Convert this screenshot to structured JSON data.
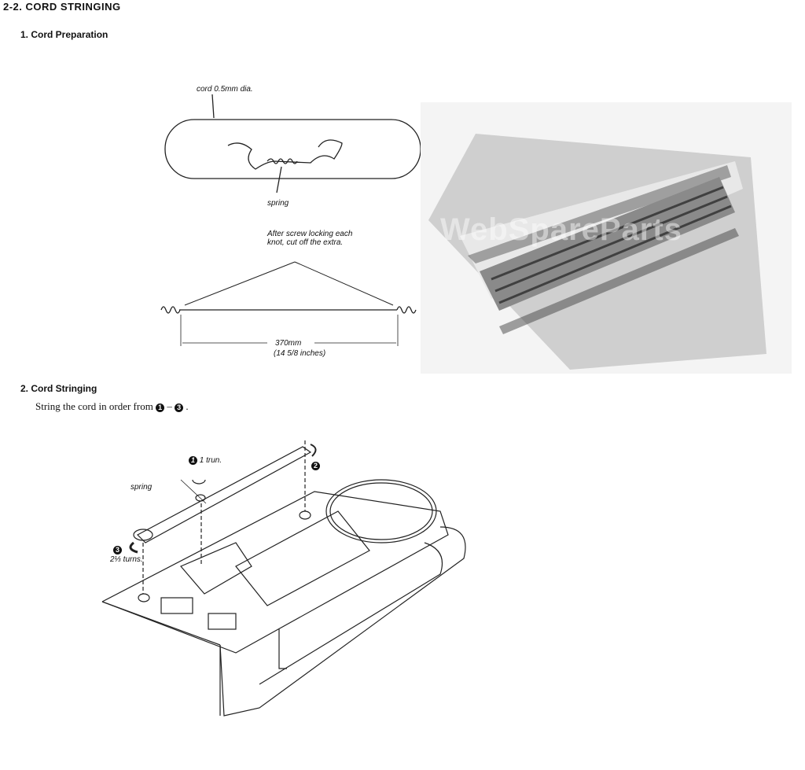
{
  "section_title": "2-2.  CORD STRINGING",
  "sub1": {
    "title": "1.  Cord Preparation",
    "labels": {
      "cord": "cord 0.5mm dia.",
      "spring": "spring",
      "note": "After screw locking each knot, cut off the extra.",
      "length_mm": "370mm",
      "length_in": "(14 5/8 inches)"
    }
  },
  "photo": {
    "watermark": "WebSpareParts"
  },
  "sub2": {
    "title": "2.  Cord Stringing",
    "instruction_prefix": "String the cord in order from",
    "step_first": "1",
    "step_last": "3",
    "labels": {
      "step1": "1 trun.",
      "step2": "2",
      "step3": "3",
      "spring": "spring",
      "turns": "2⅓ turns."
    }
  }
}
